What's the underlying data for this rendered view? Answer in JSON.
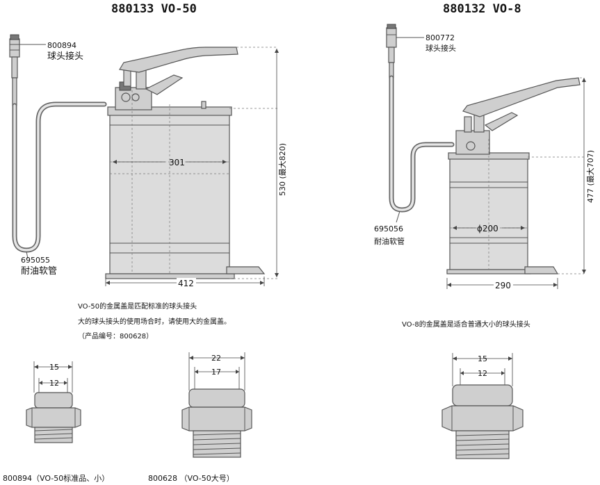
{
  "left_product": {
    "title": "880133  VO-50",
    "coupler_part": "800894",
    "coupler_label": "球头接头",
    "hose_part": "695055",
    "hose_label": "耐油软管",
    "dim_diameter": "301",
    "dim_height": "530 (最大820)",
    "dim_width": "412"
  },
  "right_product": {
    "title": "880132  VO-8",
    "coupler_part": "800772",
    "coupler_label": "球头接头",
    "hose_part": "695056",
    "hose_label": "耐油软管",
    "dim_diameter": "ϕ200",
    "dim_height": "477 (最大707)",
    "dim_width": "290"
  },
  "notes": {
    "left_line1": "VO-50的金属盖是匹配标准的球头接头",
    "left_line2": "大的球头接头的使用场合时，请使用大的金属盖。",
    "left_line3": "（产品编号：800628）",
    "right_line1": "VO-8的金属盖是适合普通大小的球头接头"
  },
  "fittings": [
    {
      "outer": "15",
      "inner": "12",
      "caption": "800894（VO-50标准品、小）"
    },
    {
      "outer": "22",
      "inner": "17",
      "caption": "800628 （VO-50大号）"
    },
    {
      "outer": "15",
      "inner": "12",
      "caption": ""
    }
  ]
}
